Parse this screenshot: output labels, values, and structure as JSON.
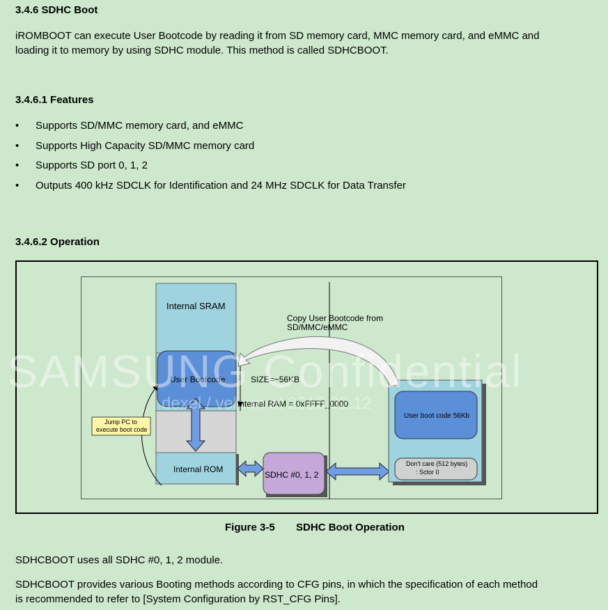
{
  "section": {
    "heading": "3.4.6 SDHC Boot",
    "intro_line1": "iROMBOOT can execute User Bootcode by reading it from SD memory card, MMC memory card, and eMMC and",
    "intro_line2": "loading it to memory by using SDHC module. This method is called SDHCBOOT."
  },
  "features": {
    "heading": "3.4.6.1 Features",
    "bullet": "•",
    "items": [
      "Supports SD/MMC memory card, and eMMC",
      "Supports High Capacity SD/MMC memory card",
      "Supports SD port 0, 1, 2",
      "Outputs 400 kHz SDCLK for Identification and 24 MHz SDCLK for Data Transfer"
    ]
  },
  "operation": {
    "heading": "3.4.6.2 Operation"
  },
  "diagram": {
    "internal_sram": "Internal SRAM",
    "user_bootcode": "User Bootcode",
    "size_label": "SIZE=~56KB",
    "internal_ram_addr": "Internal RAM = 0xFFFF_0000",
    "internal_rom": "Internal ROM",
    "jump_pc_line1": "Jump PC to",
    "jump_pc_line2": "execute boot code",
    "sdhc": "SDHC #0, 1, 2",
    "copy_line1": "Copy User Bootcode from",
    "copy_line2": "SD/MMC/eMMC",
    "user_boot_code_56kb": "User boot code 56Kb",
    "dont_care_line1": "Don't care (512 bytes)",
    "dont_care_line2": ": Sctor 0",
    "watermark": "SAMSUNG Confidential",
    "watermark_sub": "dexel / vel...m at 2015.02.12",
    "colors": {
      "sram": "#9fd3df",
      "bootcode": "#5b8fd8",
      "rom": "#9fd3df",
      "gray_band": "#d6d6d6",
      "sdhc": "#c3a8d8",
      "card": "#9fd3df",
      "jump_note": "#fff6a8"
    }
  },
  "figure_caption": {
    "number": "Figure 3-5",
    "title": "SDHC Boot Operation"
  },
  "footer": {
    "para1": "SDHCBOOT uses all SDHC #0, 1, 2 module.",
    "para2_line1": "SDHCBOOT provides various Booting methods according to CFG pins, in which the specification of each method",
    "para2_line2": "is recommended to refer to [System Configuration by RST_CFG Pins]."
  }
}
